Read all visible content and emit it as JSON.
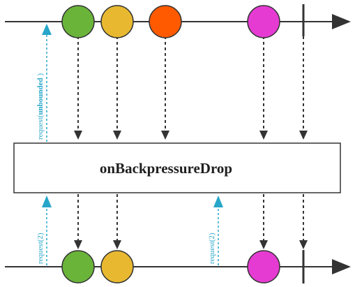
{
  "operator": {
    "label": "onBackpressureDrop"
  },
  "requests": {
    "top": {
      "prefix": "request(",
      "arg": "unbounded",
      "suffix": " )"
    },
    "bottom_first": {
      "text": "request(2)"
    },
    "bottom_second": {
      "text": "request(2)"
    }
  },
  "colors": {
    "green": "#6ab43a",
    "yellow": "#e8b930",
    "orange": "#ff5a00",
    "magenta": "#e63bd2",
    "request_arrow": "#26a6c9",
    "line": "#333333"
  },
  "upstream_items": [
    {
      "name": "green-item",
      "color": "#6ab43a"
    },
    {
      "name": "yellow-item",
      "color": "#e8b930"
    },
    {
      "name": "orange-item",
      "color": "#ff5a00"
    },
    {
      "name": "magenta-item",
      "color": "#e63bd2"
    }
  ],
  "downstream_items": [
    {
      "name": "green-item",
      "color": "#6ab43a"
    },
    {
      "name": "yellow-item",
      "color": "#e8b930"
    },
    {
      "name": "magenta-item",
      "color": "#e63bd2"
    }
  ]
}
